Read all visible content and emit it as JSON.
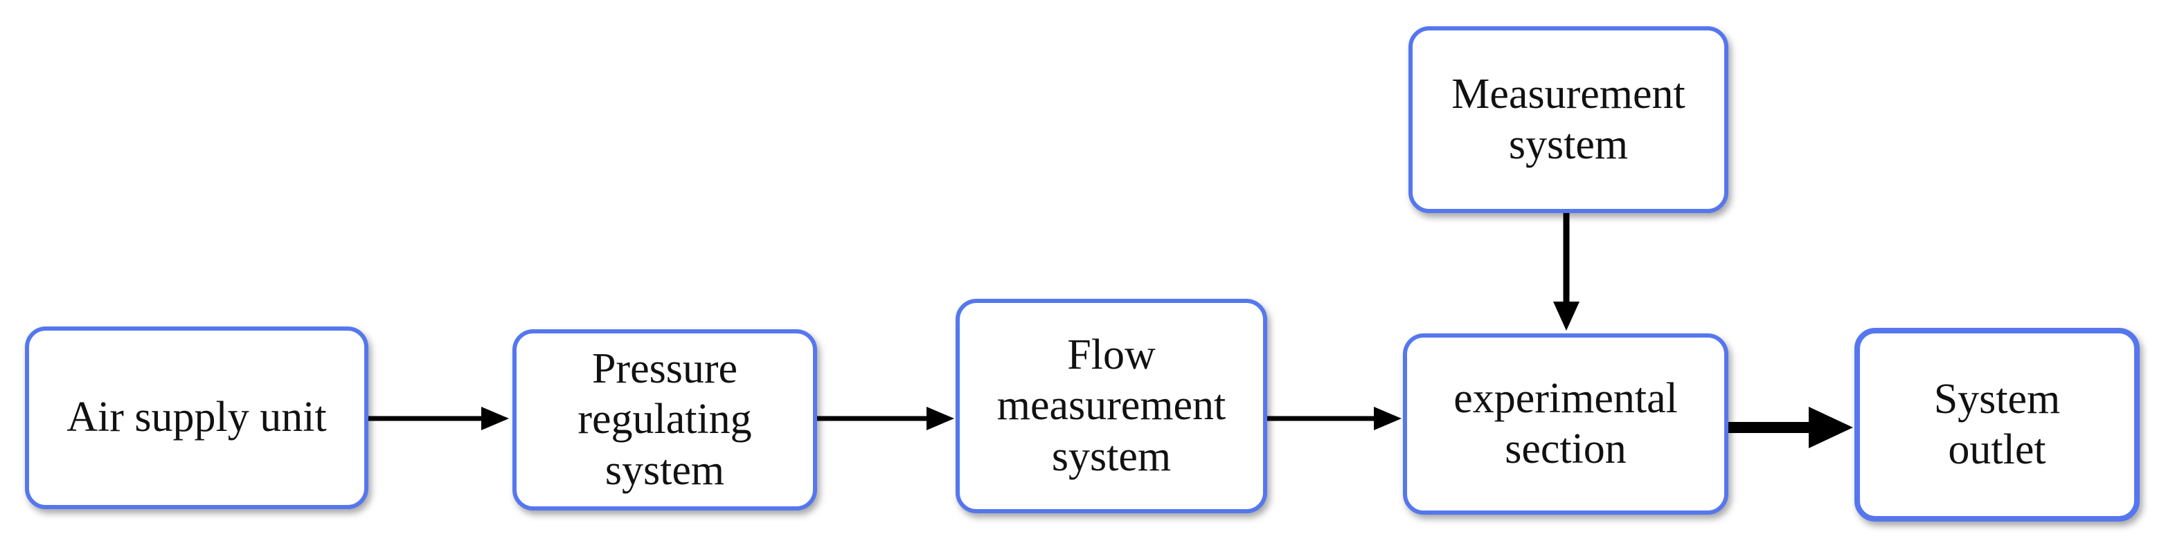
{
  "diagram": {
    "nodes": {
      "air_supply": "Air supply unit",
      "pressure": "Pressure\nregulating\nsystem",
      "flow": "Flow\nmeasurement\nsystem",
      "experimental": "experimental\nsection",
      "measurement": "Measurement\nsystem",
      "outlet": "System\noutlet"
    },
    "colors": {
      "node_border": "#5577ee",
      "arrow": "#000000",
      "text": "#111111",
      "background": "#ffffff"
    }
  }
}
